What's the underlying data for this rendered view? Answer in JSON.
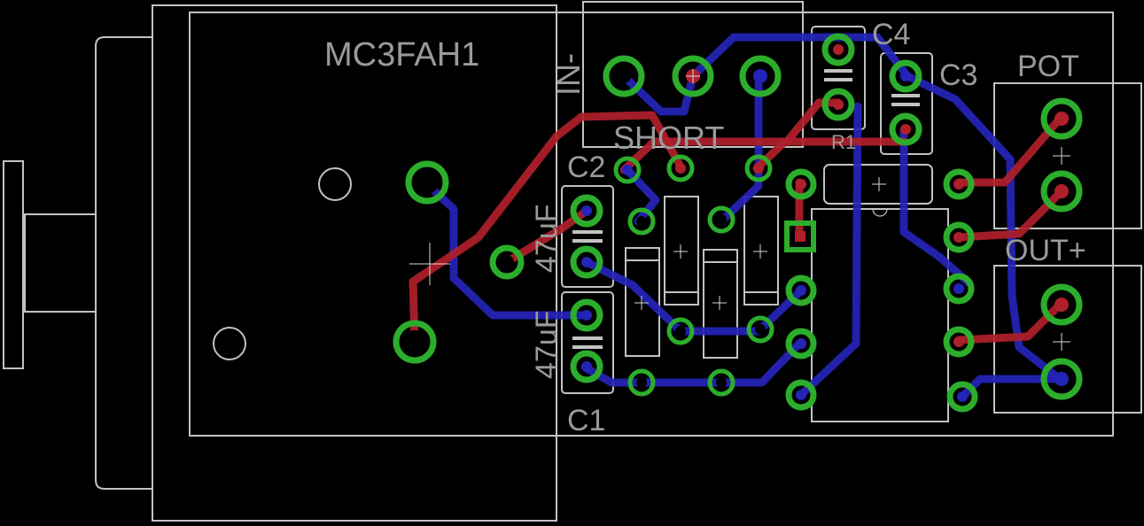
{
  "labels": {
    "jack": "MC3FAH1",
    "in_minus": "IN-",
    "short": "SHORT",
    "c4": "C4",
    "c3": "C3",
    "r1": "R1",
    "pot": "POT",
    "c2": "C2",
    "c2_value": "47uF",
    "c1_value": "47uF",
    "c1": "C1",
    "out_plus": "OUT+"
  },
  "colors": {
    "background": "#000000",
    "silkscreen": "#c2c2c2",
    "top_copper": "#b0202a",
    "bottom_copper": "#2424b8",
    "pad": "#2cae2c"
  }
}
